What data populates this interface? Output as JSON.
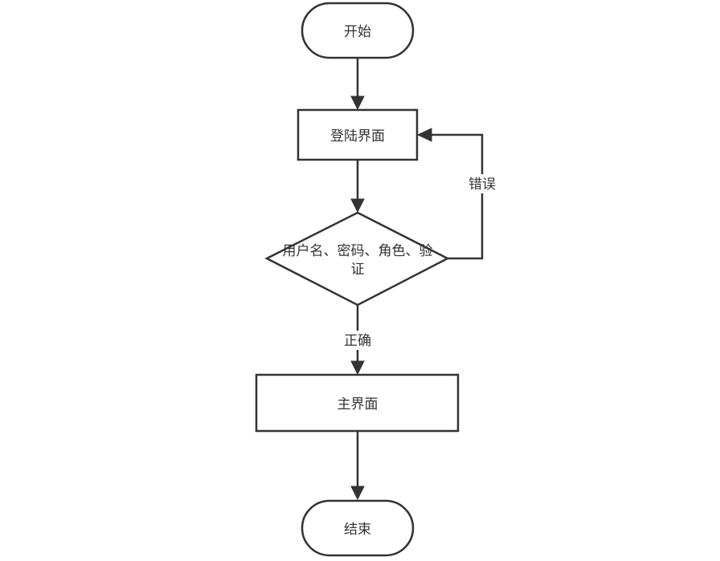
{
  "nodes": {
    "start": {
      "label": "开始",
      "shape": "terminator"
    },
    "login": {
      "label": "登陆界面",
      "shape": "process"
    },
    "verify": {
      "label_line1": "用户名、密码、角色、验",
      "label_line2": "证",
      "shape": "decision"
    },
    "main": {
      "label": "主界面",
      "shape": "process"
    },
    "end": {
      "label": "结束",
      "shape": "terminator"
    }
  },
  "edges": {
    "error": {
      "label": "错误",
      "from": "verify",
      "to": "login"
    },
    "correct": {
      "label": "正确",
      "from": "verify",
      "to": "main"
    }
  },
  "colors": {
    "stroke": "#333333",
    "fill": "#ffffff",
    "text": "#333333"
  }
}
